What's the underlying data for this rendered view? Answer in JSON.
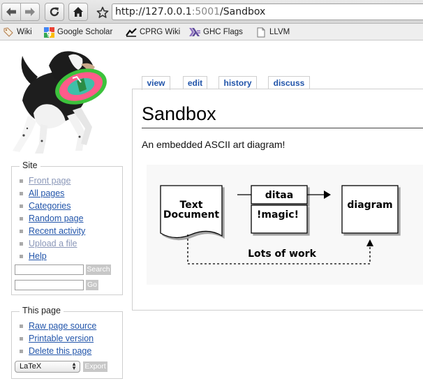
{
  "browser": {
    "url": {
      "prefix": "http://",
      "host": "127.0.0.1",
      "port": ":5001",
      "path": "/Sandbox"
    },
    "bookmarks": [
      {
        "label": "Wiki",
        "icon": "tag-icon"
      },
      {
        "label": "Google Scholar",
        "icon": "google-icon"
      },
      {
        "label": "CPRG Wiki",
        "icon": "cprg-icon"
      },
      {
        "label": "GHC Flags",
        "icon": "haskell-icon"
      },
      {
        "label": "LLVM",
        "icon": "page-icon"
      }
    ]
  },
  "sidebar": {
    "site": {
      "title": "Site",
      "links": [
        {
          "label": "Front page",
          "muted": true
        },
        {
          "label": "All pages",
          "muted": false
        },
        {
          "label": "Categories",
          "muted": false
        },
        {
          "label": "Random page",
          "muted": false
        },
        {
          "label": "Recent activity",
          "muted": false
        },
        {
          "label": "Upload a file",
          "muted": true
        },
        {
          "label": "Help",
          "muted": false
        }
      ],
      "search_button": "Search",
      "go_button": "Go"
    },
    "this_page": {
      "title": "This page",
      "links": [
        {
          "label": "Raw page source"
        },
        {
          "label": "Printable version"
        },
        {
          "label": "Delete this page"
        }
      ],
      "format_selected": "LaTeX",
      "export_button": "Export"
    }
  },
  "tabs": [
    {
      "label": "view",
      "active": true
    },
    {
      "label": "edit",
      "active": false
    },
    {
      "label": "history",
      "active": false
    },
    {
      "label": "discuss",
      "active": false
    }
  ],
  "page": {
    "title": "Sandbox",
    "intro": "An embedded ASCII art diagram!"
  },
  "diagram": {
    "doc_line1": "Text",
    "doc_line2": "Document",
    "ditaa": "ditaa",
    "magic": "!magic!",
    "target": "diagram",
    "note": "Lots of work"
  }
}
